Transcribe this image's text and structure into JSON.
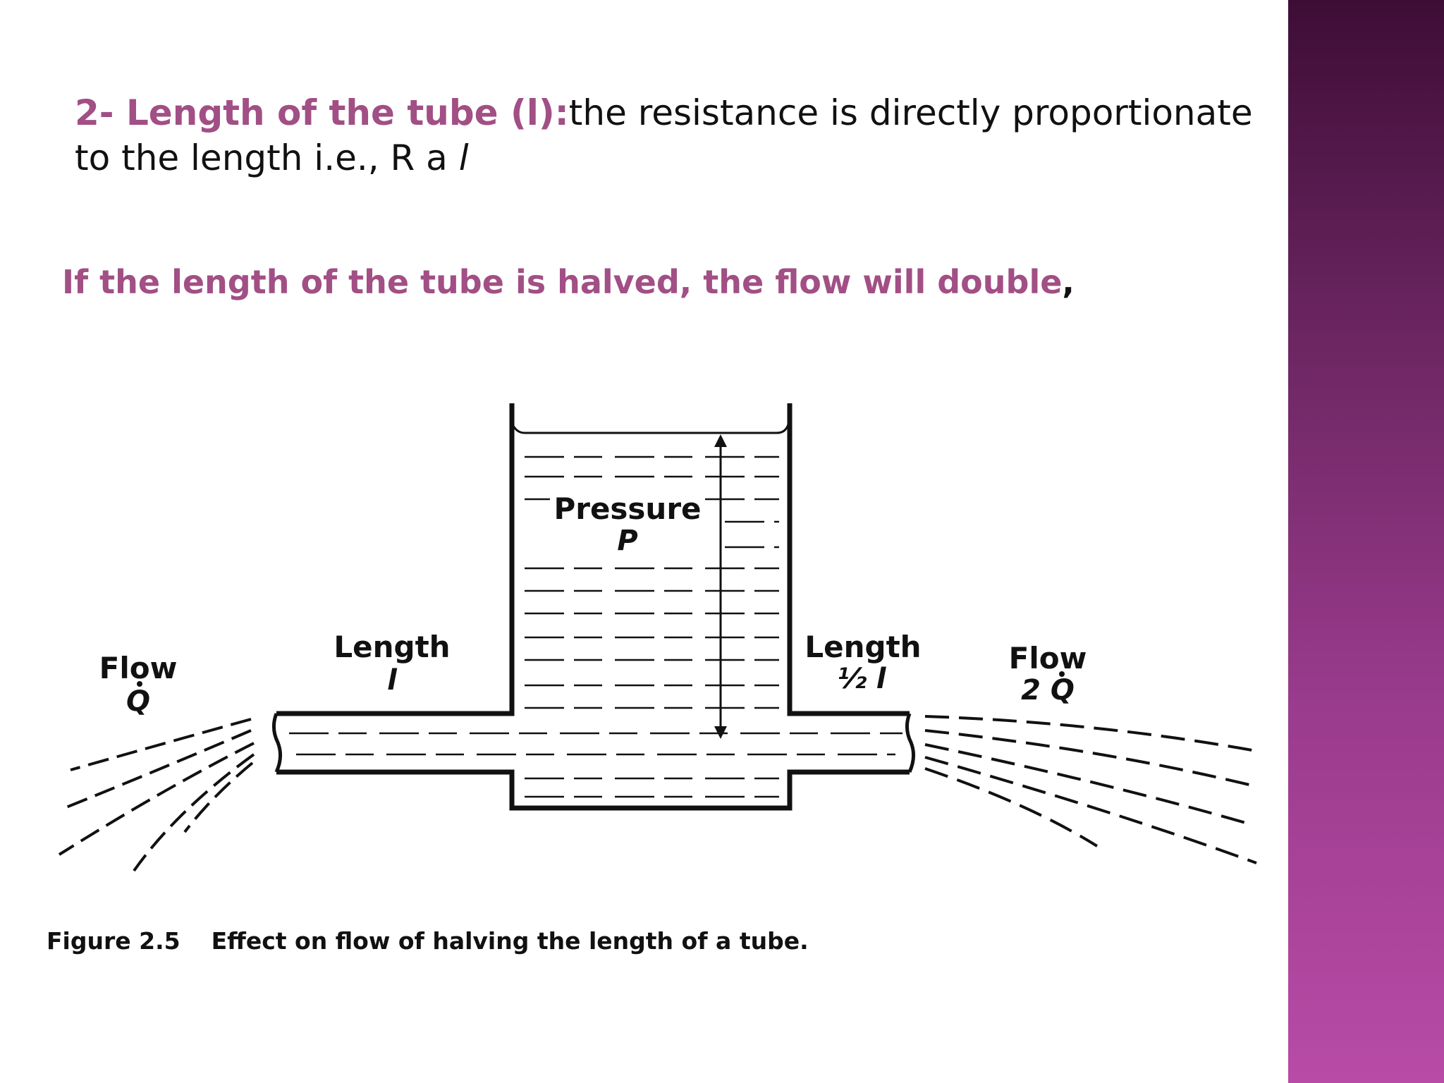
{
  "slide": {
    "heading": {
      "title": "2- Length of the tube (l):",
      "body_line1": "the resistance is directly proportionate",
      "body_line2": "to the length i.e., R a ",
      "variable": "l"
    },
    "highlight": {
      "text": "If the length of the tube is halved, the flow will double",
      "trailing": ","
    },
    "diagram": {
      "pressure_label": "Pressure",
      "pressure_symbol": "P",
      "left_length_label": "Length",
      "left_length_value": "l",
      "right_length_label": "Length",
      "right_length_value": "½ l",
      "left_flow_label": "Flow",
      "left_flow_value": "Q",
      "right_flow_label": "Flow",
      "right_flow_value": "2 Q"
    },
    "caption": {
      "number": "Figure 2.5",
      "text": "Effect on flow of halving the length of a tube."
    },
    "colors": {
      "accent": "#a14f85",
      "sidebar_top": "#3e0d36",
      "sidebar_bottom": "#b84ba6"
    }
  }
}
